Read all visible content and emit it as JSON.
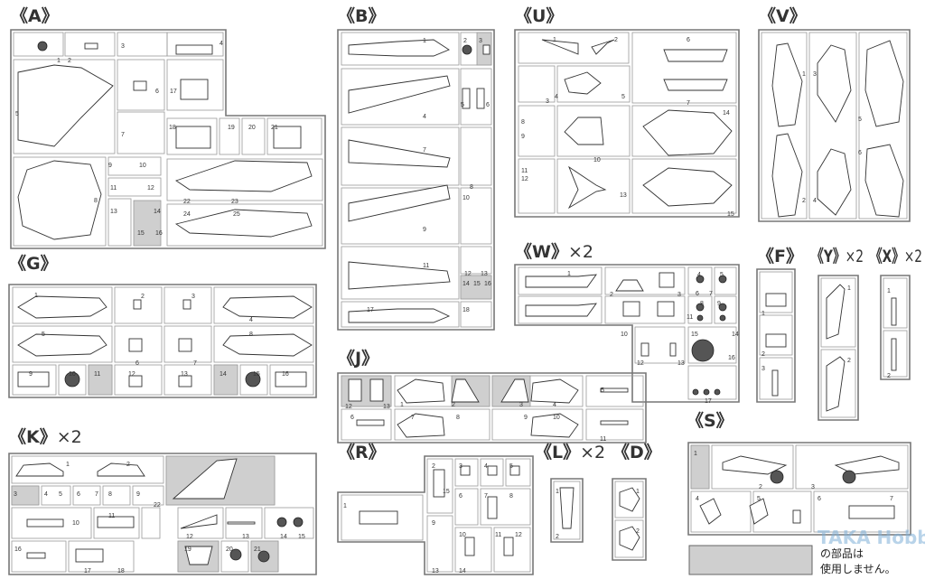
{
  "sprues": [
    {
      "id": "A",
      "label": "《A》",
      "qty": "",
      "parts": [
        "1",
        "2",
        "3",
        "4",
        "5",
        "6",
        "17",
        "7",
        "8",
        "9",
        "10",
        "11",
        "12",
        "13",
        "14",
        "15",
        "16",
        "18",
        "19",
        "20",
        "21",
        "22",
        "23",
        "24",
        "25"
      ]
    },
    {
      "id": "B",
      "label": "《B》",
      "qty": "",
      "parts": [
        "1",
        "2",
        "3",
        "4",
        "5",
        "6",
        "7",
        "8",
        "9",
        "10",
        "11",
        "12",
        "13",
        "14",
        "15",
        "16",
        "17",
        "18"
      ]
    },
    {
      "id": "U",
      "label": "《U》",
      "qty": "",
      "parts": [
        "1",
        "2",
        "3",
        "4",
        "5",
        "6",
        "7",
        "8",
        "9",
        "10",
        "11",
        "12",
        "13",
        "14",
        "15"
      ]
    },
    {
      "id": "V",
      "label": "《V》",
      "qty": "",
      "parts": [
        "1",
        "2",
        "3",
        "4",
        "5",
        "6"
      ]
    },
    {
      "id": "G",
      "label": "《G》",
      "qty": "",
      "parts": [
        "1",
        "2",
        "3",
        "4",
        "5",
        "6",
        "7",
        "8",
        "9",
        "10",
        "11",
        "12",
        "13",
        "14",
        "15",
        "16"
      ]
    },
    {
      "id": "W",
      "label": "《W》",
      "qty": "×2",
      "parts": [
        "1",
        "2",
        "3",
        "4",
        "5",
        "6",
        "7",
        "8",
        "9",
        "10",
        "11",
        "12",
        "13",
        "14",
        "15",
        "16",
        "17"
      ]
    },
    {
      "id": "F",
      "label": "《F》",
      "qty": "",
      "parts": [
        "1",
        "2",
        "3"
      ]
    },
    {
      "id": "Y",
      "label": "《Y》",
      "qty": "×2",
      "parts": [
        "1",
        "2"
      ]
    },
    {
      "id": "X",
      "label": "《X》",
      "qty": "×2",
      "parts": [
        "1",
        "2"
      ]
    },
    {
      "id": "J",
      "label": "《J》",
      "qty": "",
      "parts": [
        "1",
        "2",
        "3",
        "4",
        "5",
        "6",
        "7",
        "8",
        "9",
        "10",
        "11",
        "12",
        "13"
      ]
    },
    {
      "id": "K",
      "label": "《K》",
      "qty": "×2",
      "parts": [
        "1",
        "2",
        "3",
        "4",
        "5",
        "6",
        "7",
        "8",
        "9",
        "10",
        "11",
        "12",
        "13",
        "14",
        "15",
        "16",
        "17",
        "18",
        "19",
        "20",
        "21",
        "22"
      ]
    },
    {
      "id": "R",
      "label": "《R》",
      "qty": "",
      "parts": [
        "1",
        "2",
        "3",
        "4",
        "5",
        "6",
        "7",
        "8",
        "9",
        "10",
        "11",
        "12",
        "13",
        "14",
        "15"
      ]
    },
    {
      "id": "L",
      "label": "《L》",
      "qty": "×2",
      "parts": [
        "1",
        "2"
      ]
    },
    {
      "id": "D",
      "label": "《D》",
      "qty": "",
      "parts": [
        "1",
        "2"
      ]
    },
    {
      "id": "S",
      "label": "《S》",
      "qty": "",
      "parts": [
        "1",
        "2",
        "3",
        "4",
        "5",
        "6",
        "7"
      ]
    }
  ],
  "legend": {
    "line1": "の部品は",
    "line2": "使用しません。",
    "swatch_color": "#cfcfcf"
  },
  "watermark": "TAKA Hobby"
}
